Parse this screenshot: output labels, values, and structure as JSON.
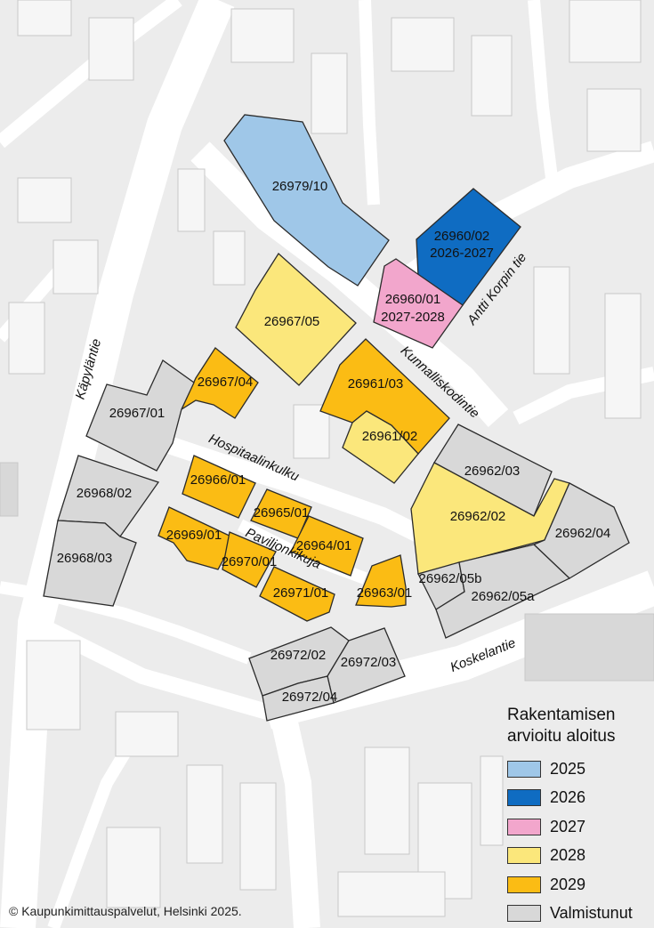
{
  "colors": {
    "2025": "#9fc7e8",
    "2026": "#0f6cc2",
    "2027": "#f2a6cc",
    "2028": "#fbe77b",
    "2029": "#fbbc14",
    "built": "#d8d8d8"
  },
  "plots": [
    {
      "id": "26979/10",
      "status": "2025"
    },
    {
      "id": "26960/02",
      "status": "2026",
      "note": "2026-2027"
    },
    {
      "id": "26960/01",
      "status": "2027",
      "note": "2027-2028"
    },
    {
      "id": "26967/05",
      "status": "2028"
    },
    {
      "id": "26961/03",
      "status": "2029"
    },
    {
      "id": "26961/02",
      "status": "2028"
    },
    {
      "id": "26967/04",
      "status": "2029"
    },
    {
      "id": "26967/01",
      "status": "built"
    },
    {
      "id": "26968/02",
      "status": "built"
    },
    {
      "id": "26968/03",
      "status": "built"
    },
    {
      "id": "26966/01",
      "status": "2029"
    },
    {
      "id": "26965/01",
      "status": "2029"
    },
    {
      "id": "26964/01",
      "status": "2029"
    },
    {
      "id": "26969/01",
      "status": "2029"
    },
    {
      "id": "26970/01",
      "status": "2029"
    },
    {
      "id": "26971/01",
      "status": "2029"
    },
    {
      "id": "26963/01",
      "status": "2029"
    },
    {
      "id": "26962/03",
      "status": "built"
    },
    {
      "id": "26962/02",
      "status": "2028"
    },
    {
      "id": "26962/04",
      "status": "built"
    },
    {
      "id": "26962/05b",
      "status": "built"
    },
    {
      "id": "26962/05a",
      "status": "built"
    },
    {
      "id": "26972/02",
      "status": "built"
    },
    {
      "id": "26972/03",
      "status": "built"
    },
    {
      "id": "26972/04",
      "status": "built"
    }
  ],
  "streets": [
    "Käpyläntie",
    "Hospitaalinkulku",
    "Paviljonkikuja",
    "Kunnalliskodintie",
    "Antti Korpin tie",
    "Koskelantie"
  ],
  "legend": {
    "title_line1": "Rakentamisen",
    "title_line2": "arvioitu aloitus",
    "items": [
      {
        "label": "2025",
        "status": "2025"
      },
      {
        "label": "2026",
        "status": "2026"
      },
      {
        "label": "2027",
        "status": "2027"
      },
      {
        "label": "2028",
        "status": "2028"
      },
      {
        "label": "2029",
        "status": "2029"
      },
      {
        "label": "Valmistunut",
        "status": "built"
      }
    ]
  },
  "copyright": "© Kaupunkimittauspalvelut, Helsinki 2025."
}
